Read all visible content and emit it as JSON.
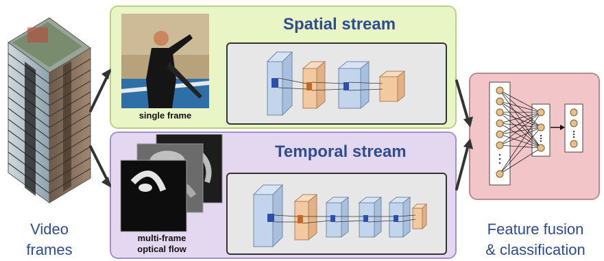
{
  "labels": {
    "video_frames_line1": "Video",
    "video_frames_line2": "frames",
    "spatial_title": "Spatial stream",
    "temporal_title": "Temporal stream",
    "single_frame": "single frame",
    "multi_frame_line1": "multi-frame",
    "multi_frame_line2": "optical flow",
    "fusion_line1": "Feature fusion",
    "fusion_line2": "& classification"
  },
  "colors": {
    "spatial_panel": "#eaf5c6",
    "spatial_border": "#b9cf83",
    "temporal_panel": "#e3d8f0",
    "temporal_border": "#a58fc8",
    "fusion_panel": "#f2c6c9",
    "fusion_border": "#b98c8f",
    "conv_blue": "#b9cfe8",
    "pool_orange": "#f1c9a0",
    "title_blue": "#2f4d8f"
  }
}
